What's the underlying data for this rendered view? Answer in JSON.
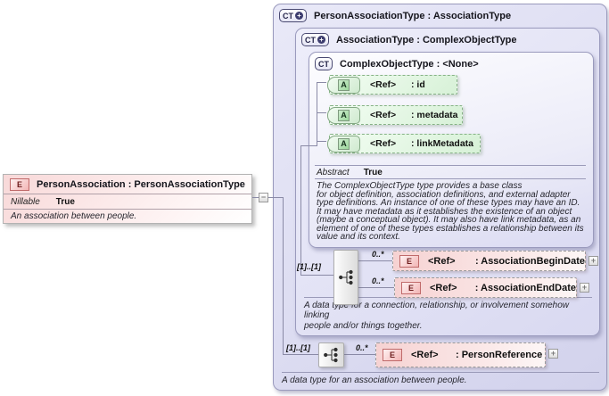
{
  "ui": {
    "ct_icon": "CT",
    "ct_plus": "+",
    "e_icon": "E",
    "a_icon": "A",
    "expand": "+",
    "collapse": "−"
  },
  "source_element": {
    "title": "PersonAssociation : PersonAssociationType",
    "nillable_label": "Nillable",
    "nillable_value": "True",
    "description": "An association between people."
  },
  "person_association_type": {
    "title": "PersonAssociationType : AssociationType",
    "description": "A data type for an association between people."
  },
  "association_type": {
    "title": "AssociationType : ComplexObjectType",
    "description_line1": "A data type for a connection, relationship, or involvement somehow linking",
    "description_line2": "people and/or things together."
  },
  "complex_object_type": {
    "title": "ComplexObjectType : <None>",
    "abstract_label": "Abstract",
    "abstract_value": "True",
    "description_lines": [
      "The ComplexObjectType type provides a base class",
      "for object definition, association definitions, and external adapter",
      "type definitions. An instance of one of these types may have an ID.",
      "It may have metadata as it establishes the existence of an object",
      "(maybe a conceptual object). It may also have link metadata, as an",
      "element of one of these types establishes a relationship between its",
      "value and its context."
    ],
    "attributes": [
      {
        "ref": "<Ref>",
        "name": ": id"
      },
      {
        "ref": "<Ref>",
        "name": ": metadata"
      },
      {
        "ref": "<Ref>",
        "name": ": linkMetadata"
      }
    ]
  },
  "association_sequence": {
    "occurs": "[1]..[1]",
    "elements": [
      {
        "occurs": "0..*",
        "ref": "<Ref>",
        "name": ": AssociationBeginDate"
      },
      {
        "occurs": "0..*",
        "ref": "<Ref>",
        "name": ": AssociationEndDate"
      }
    ]
  },
  "person_sequence": {
    "occurs": "[1]..[1]",
    "elements": [
      {
        "occurs": "0..*",
        "ref": "<Ref>",
        "name": ": PersonReference"
      }
    ]
  }
}
